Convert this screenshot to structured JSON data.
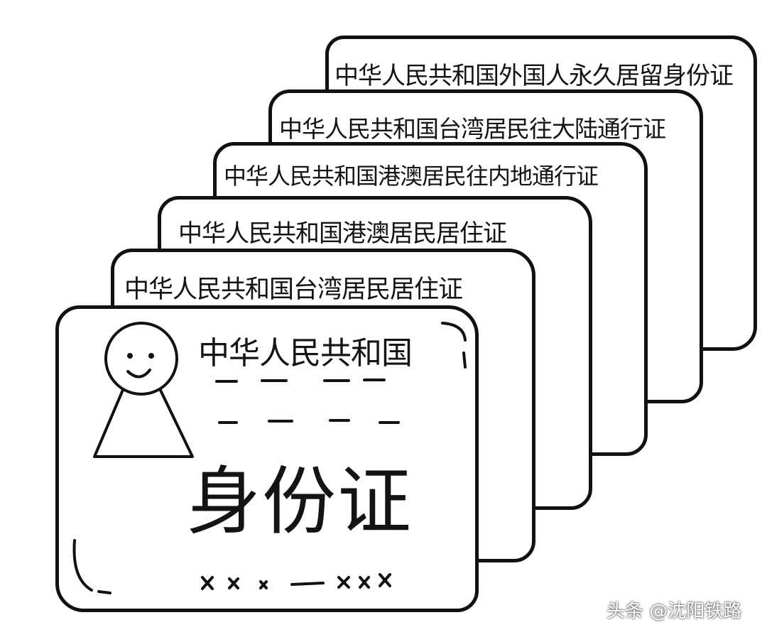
{
  "cards": [
    {
      "title": "中华人民共和国外国人永久居留身份证"
    },
    {
      "title": "中华人民共和国台湾居民往大陆通行证"
    },
    {
      "title": "中华人民共和国港澳居民往内地通行证"
    },
    {
      "title": "中华人民共和国港澳居民居住证"
    },
    {
      "title": "中华人民共和国台湾居民居住证"
    }
  ],
  "id_card": {
    "header": "中华人民共和国",
    "name": "身份证"
  },
  "watermark": "头条 @沈阳铁路"
}
